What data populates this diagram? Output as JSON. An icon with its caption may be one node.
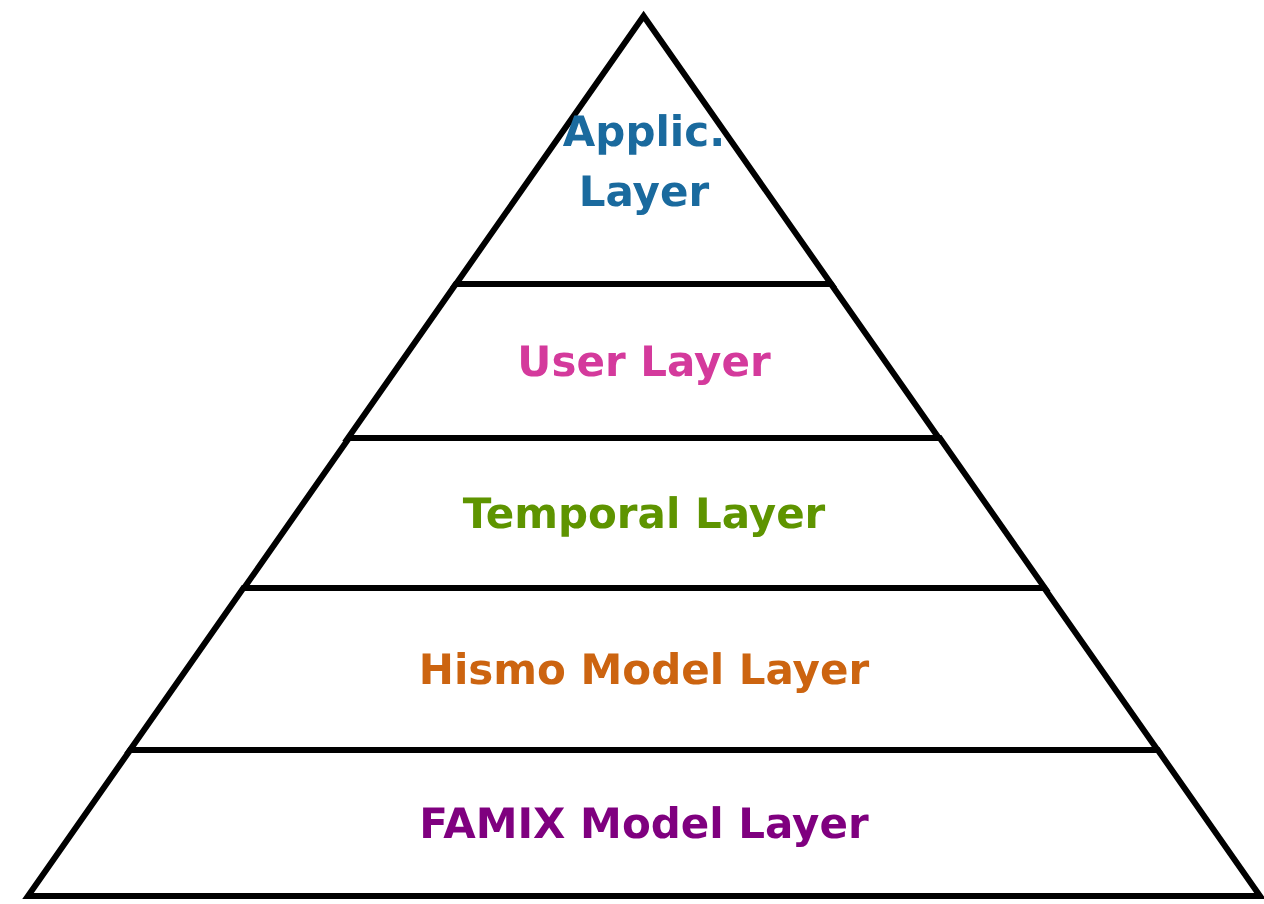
{
  "diagram": {
    "nodes": [
      {
        "text": [
          "Applic. Layer"
        ]
      },
      {
        "text": [
          "User Layer"
        ]
      },
      {
        "text": [
          "Temporal Layer"
        ]
      },
      {
        "text": [
          "Hismo Model Layer"
        ]
      },
      {
        "text": [
          "FAMIX Model Layer"
        ]
      }
    ]
  }
}
